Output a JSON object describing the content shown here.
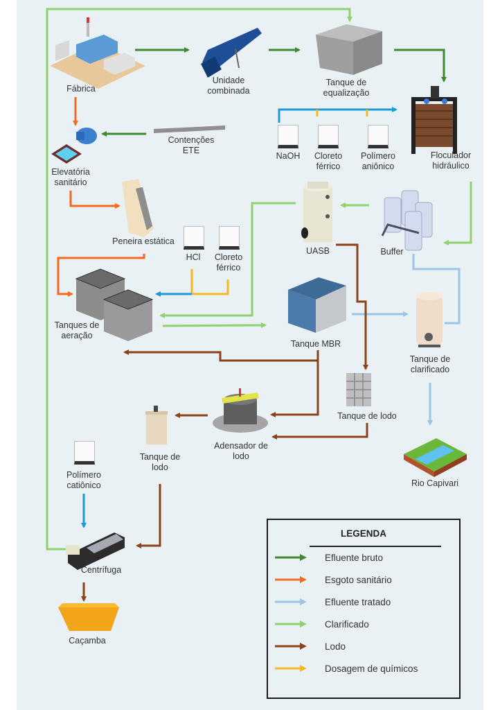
{
  "colors": {
    "efluente_bruto": "#3f8a2e",
    "esgoto_sanitario": "#f26a22",
    "efluente_tratado": "#9dc3e6",
    "clarificado": "#8fd16a",
    "lodo": "#8a4216",
    "dosagem_quimicos": "#f7b81c",
    "dosing_line": "#1b9ad6",
    "panel_bg": "#e9f1f5"
  },
  "nodes": {
    "fabrica": [
      "Fábrica"
    ],
    "unidade_combinada": [
      "Unidade",
      "combinada"
    ],
    "tanque_equalizacao": [
      "Tanque de",
      "equalização"
    ],
    "floculador": [
      "Floculador",
      "hidráulico"
    ],
    "naoh": [
      "NaOH"
    ],
    "cloreto_ferrico_1": [
      "Cloreto",
      "férrico"
    ],
    "polimero_anionico": [
      "Polímero",
      "aniônico"
    ],
    "contencoes": [
      "Contenções",
      "ETE"
    ],
    "elevatoria": [
      "Elevatória",
      "sanitário"
    ],
    "peneira": [
      "Peneira estática"
    ],
    "hcl": [
      "HCl"
    ],
    "cloreto_ferrico_2": [
      "Cloreto",
      "férrico"
    ],
    "uasb": [
      "UASB"
    ],
    "buffer": [
      "Buffer"
    ],
    "tanques_aeracao": [
      "Tanques de",
      "aeração"
    ],
    "tanque_mbr": [
      "Tanque MBR"
    ],
    "tanque_clarificado": [
      "Tanque de",
      "clarificado"
    ],
    "tanque_lodo_1": [
      "Tanque de lodo"
    ],
    "adensador": [
      "Adensador de",
      "lodo"
    ],
    "tanque_lodo_2": [
      "Tanque de",
      "lodo"
    ],
    "rio": [
      "Rio Capivari"
    ],
    "polimero_cationico": [
      "Polímero",
      "catiônico"
    ],
    "centrifuga": [
      "Centrífuga"
    ],
    "cacamba": [
      "Caçamba"
    ]
  },
  "legend": {
    "title": "LEGENDA",
    "items": [
      {
        "label": "Efluente bruto",
        "color_key": "efluente_bruto"
      },
      {
        "label": "Esgoto sanitário",
        "color_key": "esgoto_sanitario"
      },
      {
        "label": "Efluente tratado",
        "color_key": "efluente_tratado"
      },
      {
        "label": "Clarificado",
        "color_key": "clarificado"
      },
      {
        "label": "Lodo",
        "color_key": "lodo"
      },
      {
        "label": "Dosagem de químicos",
        "color_key": "dosagem_quimicos"
      }
    ]
  }
}
